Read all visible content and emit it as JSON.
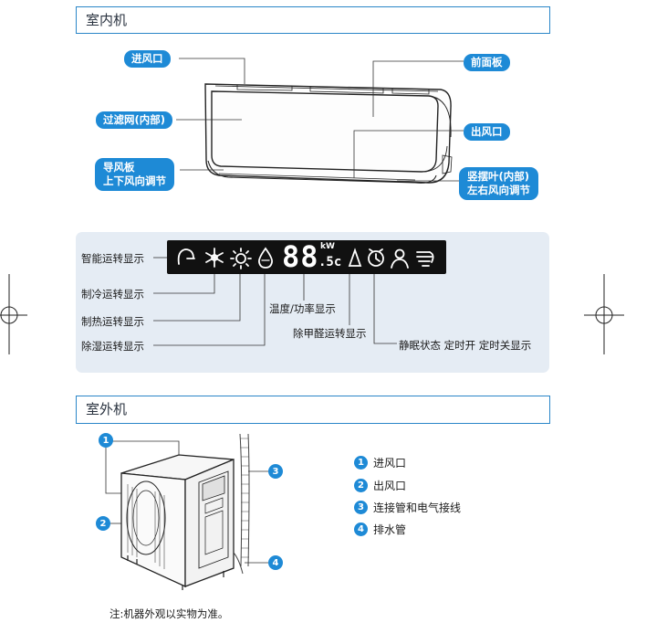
{
  "indoor": {
    "title": "室内机",
    "callouts": {
      "air_inlet": "进风口",
      "front_panel": "前面板",
      "filter": "过滤网(内部)",
      "air_outlet": "出风口",
      "guide_plate_line1": "导风板",
      "guide_plate_line2": "上下风向调节",
      "vertical_louver_line1": "竖摆叶(内部)",
      "vertical_louver_line2": "左右风向调节"
    },
    "display": {
      "digits": "88",
      "unit_kw": "kW",
      "unit_sc": ".5c",
      "labels": {
        "smart": "智能运转显示",
        "cool": "制冷运转显示",
        "heat": "制热运转显示",
        "dehumid": "除湿运转显示",
        "temp_power": "温度/功率显示",
        "formaldehyde": "除甲醛运转显示",
        "sleep_timer": "静眠状态 定时开 定时关显示"
      }
    }
  },
  "outdoor": {
    "title": "室外机",
    "markers": [
      "1",
      "2",
      "3",
      "4"
    ],
    "legend": [
      {
        "num": "1",
        "label": "进风口"
      },
      {
        "num": "2",
        "label": "出风口"
      },
      {
        "num": "3",
        "label": "连接管和电气接线"
      },
      {
        "num": "4",
        "label": "排水管"
      }
    ]
  },
  "note": "注:机器外观以实物为准。",
  "colors": {
    "accent": "#1e8ad6",
    "panel_bg": "#e5ecf4",
    "display_bg": "#111111"
  }
}
